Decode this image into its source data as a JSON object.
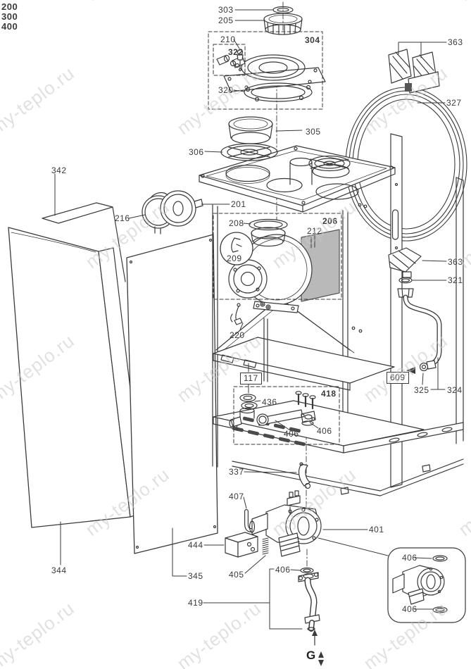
{
  "watermark": {
    "text": "my-teplo.ru",
    "color": "#c9c9c9"
  },
  "colors": {
    "line": "#3a3a3a",
    "plate_gray": "#b9b9b9",
    "slot_dark": "#4a4a4a",
    "background": "#ffffff"
  },
  "model_numbers": {
    "m1": "200",
    "m2": "300",
    "m3": "400"
  },
  "callouts": {
    "c303": "303",
    "c205": "205",
    "c304": "304",
    "c210": "210",
    "c322": "322",
    "c320": "320",
    "c363_top": "363",
    "c327": "327",
    "c305": "305",
    "c306": "306",
    "c342": "342",
    "c216": "216",
    "c201": "201",
    "c206": "206",
    "c208": "208",
    "c209": "209",
    "c212": "212",
    "c363_mid": "363",
    "c321": "321",
    "c220": "220",
    "c117": "117",
    "c436": "436",
    "c418": "418",
    "c406_elbow": "406",
    "c406_flange": "406",
    "c609": "609",
    "c325": "325",
    "c324": "324",
    "c337": "337",
    "c407": "407",
    "c401": "401",
    "c444": "444",
    "c405": "405",
    "c345": "345",
    "c344": "344",
    "c419": "419",
    "c406_pipe": "406",
    "c406_inset_top": "406",
    "c406_inset_bottom": "406"
  },
  "gas_symbol": {
    "letter": "G"
  }
}
